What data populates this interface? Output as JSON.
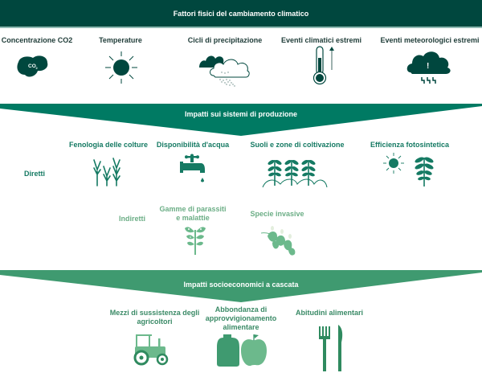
{
  "colors": {
    "dark": "#00473e",
    "mid": "#007a63",
    "light": "#6cb98c",
    "soc": "#3f9a70"
  },
  "header": {
    "title": "Fattori fisici del cambiamento climatico"
  },
  "physical_factors": [
    {
      "label": "Concentrazione CO2",
      "icon": "co2-cloud-icon",
      "icon_text": "CO2"
    },
    {
      "label": "Temperature",
      "icon": "sun-icon"
    },
    {
      "label": "Cicli di precipitazione",
      "icon": "rain-cloud-icon"
    },
    {
      "label": "Eventi climatici estremi",
      "icon": "thermometer-icon"
    },
    {
      "label": "Eventi meteorologici estremi",
      "icon": "storm-cloud-icon",
      "icon_text": "!"
    }
  ],
  "production": {
    "title": "Impatti sui sistemi di produzione",
    "direct_label": "Diretti",
    "indirect_label": "Indiretti",
    "direct": [
      {
        "label": "Fenologia delle colture",
        "icon": "wheat-icon"
      },
      {
        "label": "Disponibilità d'acqua",
        "icon": "water-tap-icon"
      },
      {
        "label": "Suoli e zone di coltivazione",
        "icon": "crop-rows-icon"
      },
      {
        "label": "Efficienza fotosintetica",
        "icon": "sun-plant-icon"
      }
    ],
    "indirect": [
      {
        "label_line1": "Gamme di parassiti",
        "label_line2": "e malattie",
        "icon": "pest-plant-icon"
      },
      {
        "label": "Specie invasive",
        "icon": "invasive-plant-icon"
      }
    ]
  },
  "socioeconomic": {
    "title": "Impatti socioeconomici a cascata",
    "items": [
      {
        "label_line1": "Mezzi di sussistenza degli",
        "label_line2": "agricoltori",
        "icon": "tractor-icon"
      },
      {
        "label_line1": "Abbondanza di",
        "label_line2": "approvvigionamento",
        "label_line3": "alimentare",
        "icon": "food-supply-icon"
      },
      {
        "label": "Abitudini alimentari",
        "icon": "fork-knife-icon"
      }
    ]
  }
}
